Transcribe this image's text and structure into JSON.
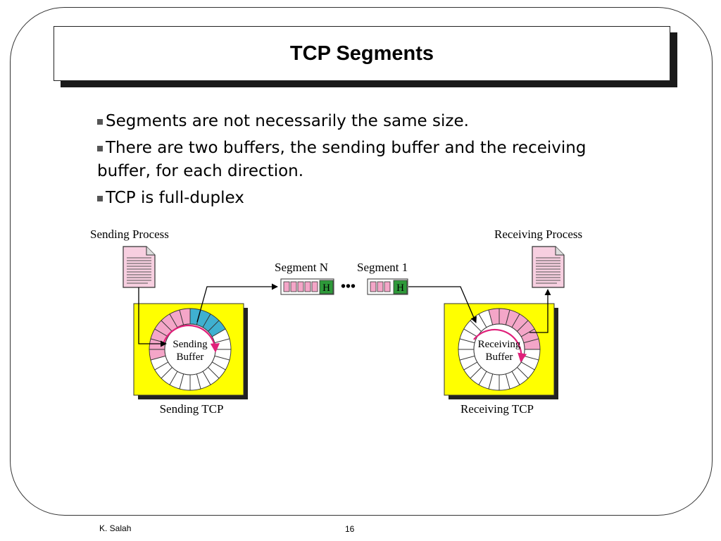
{
  "slide": {
    "title": "TCP Segments",
    "bullets": [
      "Segments are not necessarily the same size.",
      "There are two buffers, the sending buffer and the receiving buffer, for each direction.",
      "TCP is full-duplex"
    ],
    "footer_author": "K. Salah",
    "page_number": "16"
  },
  "diagram": {
    "sending_process": "Sending Process",
    "receiving_process": "Receiving Process",
    "segment_n": "Segment N",
    "segment_1": "Segment 1",
    "header_label": "H",
    "ellipsis": "•••",
    "sending_buffer_line1": "Sending",
    "sending_buffer_line2": "Buffer",
    "receiving_buffer_line1": "Receiving",
    "receiving_buffer_line2": "Buffer",
    "sending_tcp": "Sending TCP",
    "receiving_tcp": "Receiving TCP",
    "colors": {
      "tcp_box": "#ffff00",
      "filled_slot": "#f4a6c8",
      "sent_slot": "#3fb0d0",
      "header": "#2e9a3a",
      "arrow_magenta": "#e0207a",
      "document": "#f7cfe0"
    }
  }
}
